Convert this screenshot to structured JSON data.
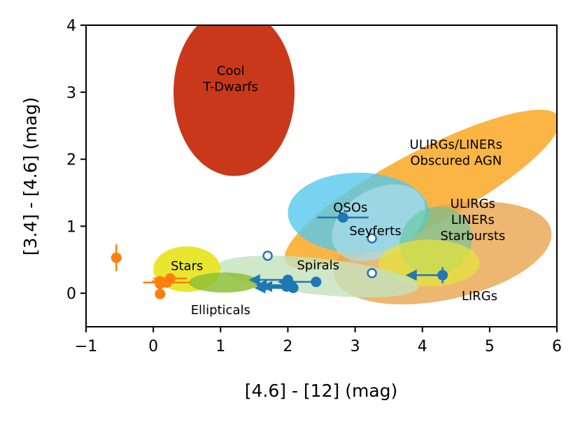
{
  "chart_data": {
    "type": "scatter",
    "xlabel": "[4.6] - [12] (mag)",
    "ylabel": "[3.4] - [4.6] (mag)",
    "xlim": [
      -1,
      6
    ],
    "ylim": [
      -0.5,
      4
    ],
    "x_ticks": [
      "−1",
      "0",
      "1",
      "2",
      "3",
      "4",
      "5",
      "6"
    ],
    "y_ticks": [
      "0",
      "1",
      "2",
      "3",
      "4"
    ],
    "grid": false,
    "colors": {
      "blue": "#1f77b4",
      "orange": "#ff7f0e",
      "cool_dwarfs": "#c9381a",
      "ulirgs_obscured": "#f9a825",
      "lirgs": "#e8a54e",
      "qsos": "#56c8ec",
      "seyferts": "#a8dcea",
      "ulirgs_starbursts": "#62c79c",
      "starbursts_yellow": "#e2e53a",
      "stars": "#e5e20c",
      "ellipticals": "#8dbf36",
      "spirals": "#c3e2bd"
    },
    "regions": [
      {
        "label": "Cool\nT-Dwarfs",
        "cx": 1.2,
        "cy": 3.0,
        "rx": 0.9,
        "ry": 1.25,
        "angle": 0,
        "color": "cool_dwarfs",
        "opacity": 1.0,
        "label_x": 1.15,
        "label_y": 3.2
      },
      {
        "label": "ULIRGs/LINERs\nObscured AGN",
        "cx": 4.0,
        "cy": 1.55,
        "rx": 2.3,
        "ry": 0.55,
        "angle": -28,
        "color": "ulirgs_obscured",
        "opacity": 0.85,
        "label_x": 4.5,
        "label_y": 2.1
      },
      {
        "label": "LIRGs",
        "cx": 4.3,
        "cy": 0.6,
        "rx": 1.65,
        "ry": 0.7,
        "angle": -12,
        "color": "lirgs",
        "opacity": 0.8,
        "label_x": 4.85,
        "label_y": -0.04
      },
      {
        "label": "QSOs",
        "cx": 3.05,
        "cy": 1.2,
        "rx": 1.05,
        "ry": 0.6,
        "angle": 0,
        "color": "qsos",
        "opacity": 0.8,
        "label_x": 2.93,
        "label_y": 1.28
      },
      {
        "label": "Seyferts",
        "cx": 3.35,
        "cy": 1.05,
        "rx": 0.75,
        "ry": 0.5,
        "angle": -30,
        "color": "seyferts",
        "opacity": 0.75,
        "label_x": 3.3,
        "label_y": 0.93
      },
      {
        "label": "",
        "cx": 4.2,
        "cy": 0.78,
        "rx": 0.55,
        "ry": 0.5,
        "angle": -30,
        "color": "ulirgs_starbursts",
        "opacity": 0.6,
        "label_x": 0,
        "label_y": 0
      },
      {
        "label": "",
        "cx": 4.1,
        "cy": 0.45,
        "rx": 0.75,
        "ry": 0.35,
        "angle": 0,
        "color": "starbursts_yellow",
        "opacity": 0.7,
        "label_x": 0,
        "label_y": 0
      },
      {
        "label": "ULIRGs\nLINERs\nStarbursts",
        "cx": 0,
        "cy": 0,
        "rx": 0,
        "ry": 0,
        "angle": 0,
        "color": "starbursts_yellow",
        "opacity": 0,
        "label_x": 4.75,
        "label_y": 1.1
      },
      {
        "label": "Spirals",
        "cx": 2.45,
        "cy": 0.25,
        "rx": 1.5,
        "ry": 0.27,
        "angle": 6,
        "color": "spirals",
        "opacity": 0.8,
        "label_x": 2.45,
        "label_y": 0.42
      },
      {
        "label": "Stars",
        "cx": 0.5,
        "cy": 0.36,
        "rx": 0.5,
        "ry": 0.34,
        "angle": 0,
        "color": "stars",
        "opacity": 0.85,
        "label_x": 0.5,
        "label_y": 0.41
      },
      {
        "label": "Ellipticals",
        "cx": 1.05,
        "cy": 0.16,
        "rx": 0.52,
        "ry": 0.15,
        "angle": 0,
        "color": "ellipticals",
        "opacity": 0.85,
        "label_x": 1.0,
        "label_y": -0.25
      }
    ],
    "series": [
      {
        "color": "orange",
        "points": [
          {
            "x": -0.55,
            "y": 0.53,
            "xerr": 0,
            "yerr": 0.2
          },
          {
            "x": 0.25,
            "y": 0.22,
            "xerr": 0.25,
            "yerr": 0
          },
          {
            "x": 0.1,
            "y": 0.18,
            "xerr": 0.12,
            "yerr": 0
          },
          {
            "x": 0.2,
            "y": 0.16,
            "xerr": 0.35,
            "yerr": 0
          },
          {
            "x": 0.1,
            "y": 0.14,
            "xerr": 0,
            "yerr": 0
          },
          {
            "x": 0.1,
            "y": -0.01,
            "xerr": 0,
            "yerr": 0
          }
        ]
      },
      {
        "color": "blue",
        "points": [
          {
            "x": 2.82,
            "y": 1.13,
            "xerr": 0.38,
            "yerr": 0,
            "filled": true
          },
          {
            "x": 4.3,
            "y": 0.27,
            "xerr": 0,
            "yerr": 0.12,
            "filled": true,
            "upper_limit_arrow": 3.75
          },
          {
            "x": 2.42,
            "y": 0.17,
            "xerr": 0,
            "yerr": 0,
            "filled": true,
            "upper_limit_arrow": 1.85
          },
          {
            "x": 2.0,
            "y": 0.2,
            "xerr": 0,
            "yerr": 0,
            "filled": true,
            "upper_limit_arrow": 1.42
          },
          {
            "x": 2.05,
            "y": 0.12,
            "xerr": 0,
            "yerr": 0,
            "filled": true,
            "upper_limit_arrow": 1.52
          },
          {
            "x": 2.08,
            "y": 0.08,
            "xerr": 0,
            "yerr": 0,
            "filled": true,
            "upper_limit_arrow": 1.5
          },
          {
            "x": 1.98,
            "y": 0.1,
            "xerr": 0,
            "yerr": 0,
            "filled": true,
            "upper_limit_arrow": 1.6
          },
          {
            "x": 1.7,
            "y": 0.56,
            "xerr": 0,
            "yerr": 0,
            "filled": false
          },
          {
            "x": 3.25,
            "y": 0.82,
            "xerr": 0,
            "yerr": 0,
            "filled": false
          },
          {
            "x": 3.25,
            "y": 0.3,
            "xerr": 0,
            "yerr": 0,
            "filled": false
          }
        ]
      }
    ]
  }
}
